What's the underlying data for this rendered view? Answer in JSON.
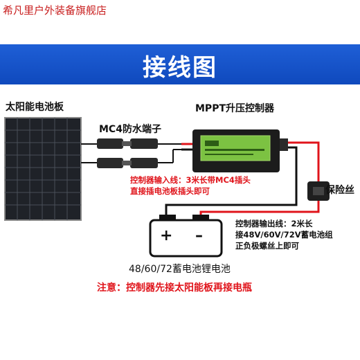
{
  "header": {
    "shop_name": "希凡里户外装备旗舰店"
  },
  "banner": {
    "title": "接线图"
  },
  "labels": {
    "solar_panel": "太阳能电池板",
    "mc4": "MC4防水端子",
    "controller": "MPPT升压控制器",
    "fuse": "保险丝",
    "battery": "48/60/72蓄电池锂电池"
  },
  "notes": {
    "input_line1": "控制器输入线：3米长带MC4插头",
    "input_line2": "直接插电池板插头即可",
    "output_line1": "控制器输出线：2米长",
    "output_line2": "接48V/60V/72V蓄电池组",
    "output_line3": "正负极螺丝上即可",
    "warning": "注意：控制器先接太阳能板再接电瓶"
  },
  "battery_terminals": {
    "plus": "+",
    "minus": "–"
  },
  "colors": {
    "banner": "#1449c8",
    "wire_red": "#e0141b",
    "wire_black": "#111111",
    "controller_green": "#7cc242"
  }
}
